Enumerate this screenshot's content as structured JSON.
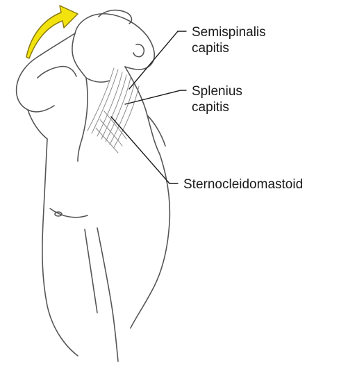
{
  "labels": {
    "semispinalis": {
      "line1": "Semispinalis",
      "line2": "capitis"
    },
    "splenius": {
      "line1": "Splenius",
      "line2": "capitis"
    },
    "sternocleidomastoid": "Sternocleidomastoid"
  },
  "colors": {
    "arrow_fill": "#f2e20e",
    "arrow_stroke": "#8a7a10",
    "outline": "#555555",
    "muscle": "#8c8c8c",
    "leader": "#1a1a1a"
  },
  "icons": {
    "direction_arrow": "curved-arrow-icon"
  }
}
